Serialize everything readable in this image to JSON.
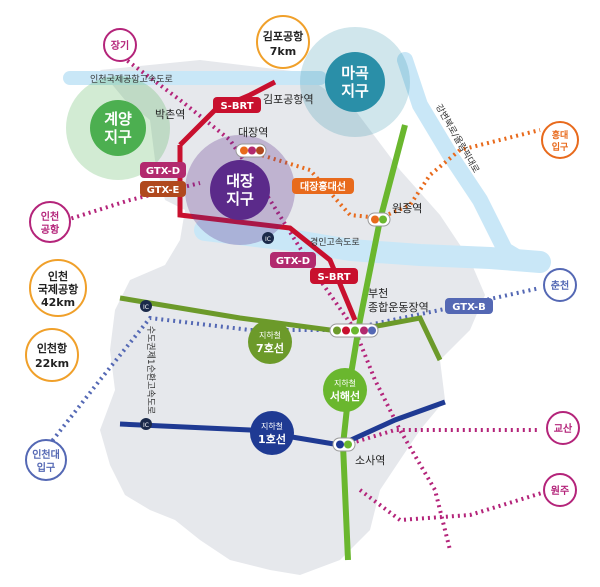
{
  "districts": {
    "gyeyang": [
      "계양",
      "지구"
    ],
    "magok": [
      "마곡",
      "지구"
    ],
    "daejang": [
      "대장",
      "지구"
    ]
  },
  "bubbles": {
    "gimpo_airport": [
      "김포공항",
      "7km"
    ],
    "incheon_intl": [
      "인천",
      "국제공항",
      "42km"
    ],
    "incheon_port": [
      "인천항",
      "22km"
    ],
    "incheon_airport_pink": [
      "인천",
      "공항"
    ],
    "incheon_univ": [
      "인천대",
      "입구"
    ],
    "janggi": "장기",
    "hongdae": [
      "홍대",
      "입구"
    ],
    "chuncheon": "춘천",
    "gyosan": "교산",
    "wonju": "원주"
  },
  "roads": {
    "airport_expressway": "인천국제공항고속도로",
    "gangbyeon": "강변북로/올림픽대로",
    "gyeongin": "경인고속도로",
    "sudo_ring": "수도권제1순환고속도로",
    "ic": "IC"
  },
  "line_labels": {
    "sbrt": "S-BRT",
    "gtxd": "GTX-D",
    "gtxe": "GTX-E",
    "gtxb": "GTX-B",
    "daejang_hongdae": "대장홍대선",
    "line7": [
      "지하철",
      "7호선"
    ],
    "seohae": [
      "지하철",
      "서해선"
    ],
    "line1": [
      "지하철",
      "1호선"
    ]
  },
  "stations": {
    "bakchon": "박촌역",
    "gimpo_airport_stn": "김포공항역",
    "daejang": "대장역",
    "wonjong": "원종역",
    "bucheon_sports": [
      "부천",
      "종합운동장역"
    ],
    "sosa": "소사역"
  },
  "colors": {
    "land": "#e6e8ec",
    "river": "#c9e7f7",
    "sbrt": "#c8102e",
    "gtxd": "#b22a6e",
    "gtxe": "#b0491e",
    "gtxb": "#5468b4",
    "daejang_hongdae": "#e86a1c",
    "line7": "#6c9a2a",
    "seohae": "#6ab72e",
    "line1": "#1f3a93",
    "pink_dotted": "#b4247a",
    "gyeyang": "#4caf50",
    "magok": "#2a8fa8",
    "daejang": "#5b2a8a"
  }
}
